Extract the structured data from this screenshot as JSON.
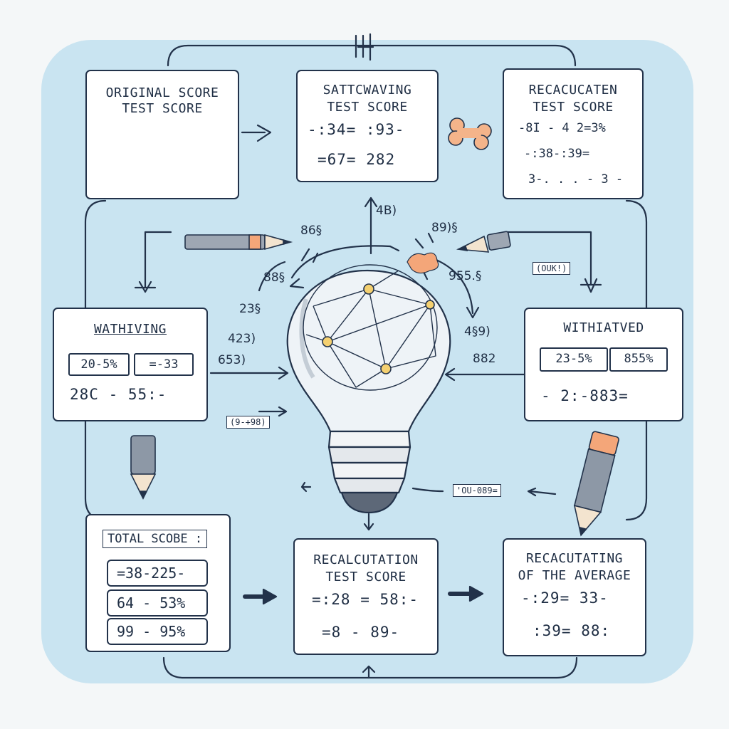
{
  "boxes": {
    "original": {
      "line1": "ORIGINAL SCORE",
      "line2": "TEST SCORE"
    },
    "sattcwaving": {
      "line1": "SATTCWAVING",
      "line2": "TEST SCORE",
      "eq1": "-:34= :93-",
      "eq2": "=67= 282"
    },
    "recacucaten": {
      "line1": "RECACUCATEN",
      "line2": "TEST SCORE",
      "eq1": "-8I - 4 2=3%",
      "eq2": "-:38-:39=",
      "eq3": "3-. . . - 3 -"
    },
    "wathiving": {
      "title": "WATHIVING",
      "cell1": "20-5%",
      "cell2": "=-33",
      "eq": "28C - 55:-"
    },
    "withiatved": {
      "title": "WITHIATVED",
      "cell1": "23-5%",
      "cell2": "855%",
      "eq": "- 2:-883="
    },
    "total": {
      "title": "TOTAL SCOBE :",
      "row1": "=38-225-",
      "row2": "64 - 53%",
      "row3": "99 - 95%"
    },
    "recalcutation": {
      "line1": "RECALCUTATION",
      "line2": "TEST SCORE",
      "eq1": "=:28 = 58:-",
      "eq2": "=8 - 89-"
    },
    "recacutating": {
      "line1": "RECACUTATING",
      "line2": "OF THE AVERAGE",
      "eq1": "-:29= 33-",
      "eq2": ":39= 88:"
    }
  },
  "annotations": {
    "top_numbers": "4B)",
    "left_a": "86§",
    "left_b": "88§",
    "left_c": "23§",
    "left_d": "423)",
    "left_e": "653)",
    "right_a": "89)§",
    "right_b": "955.§",
    "right_c": "4§9)",
    "right_d": "882",
    "tag_left": "(9-+98)",
    "tag_right": "(OUK!)",
    "tag_bottom": "'OU-089="
  },
  "colors": {
    "background": "#f4f7f8",
    "panel": "#c9e4f1",
    "ink": "#22324a",
    "accent_orange": "#f4a679",
    "bulb_glass": "#eef3f7"
  }
}
